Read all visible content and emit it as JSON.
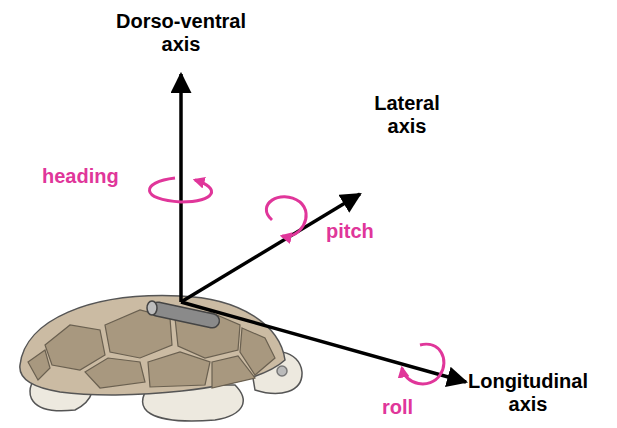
{
  "diagram": {
    "labels": [
      "Dorso-ventral axis",
      "heading",
      "Lateral axis",
      "pitch",
      "Longitudinal axis",
      "roll"
    ]
  }
}
